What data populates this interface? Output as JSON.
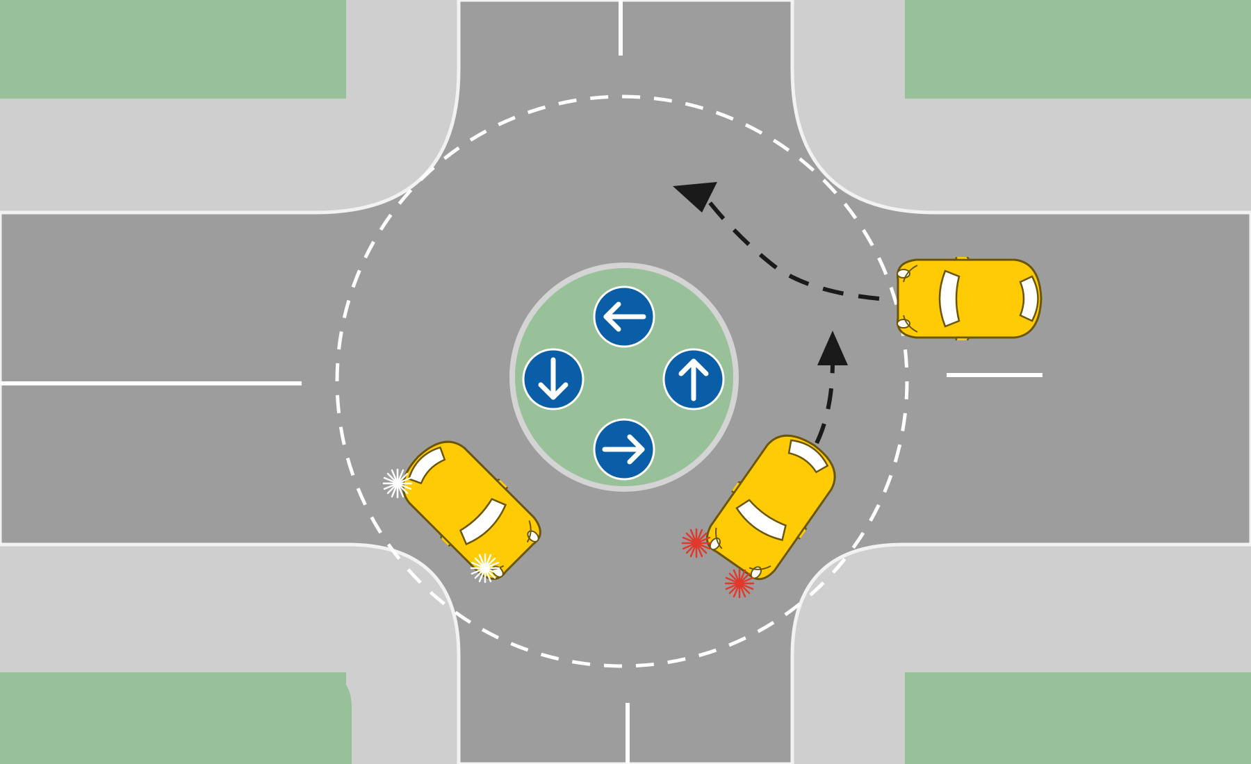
{
  "colors": {
    "grass": "#98c19a",
    "footpath": "#cfcfcf",
    "road": "#9d9d9d",
    "island": "#98c19a",
    "island_rim": "#d4d4d4",
    "sign": "#0a5ea8",
    "car_body": "#ffcb05",
    "car_outline": "#6b5600",
    "glass": "#ffffff",
    "indicator_white": "#ffffff",
    "indicator_red": "#e0392b",
    "path_arrow": "#1a1a1a"
  },
  "signs": [
    {
      "id": "sign-left-arrow",
      "icon": "arrow-left"
    },
    {
      "id": "sign-down-arrow",
      "icon": "arrow-down"
    },
    {
      "id": "sign-up-arrow",
      "icon": "arrow-up"
    },
    {
      "id": "sign-right-arrow",
      "icon": "arrow-right"
    }
  ],
  "vehicles": [
    {
      "id": "car-east-entry",
      "indicator": "none"
    },
    {
      "id": "car-exiting-southwest",
      "indicator": "white"
    },
    {
      "id": "car-circulating-southeast",
      "indicator": "red"
    }
  ],
  "paths": [
    {
      "id": "entry-path-arrow",
      "style": "dashed"
    },
    {
      "id": "circulating-path-arrow",
      "style": "dashed"
    }
  ]
}
